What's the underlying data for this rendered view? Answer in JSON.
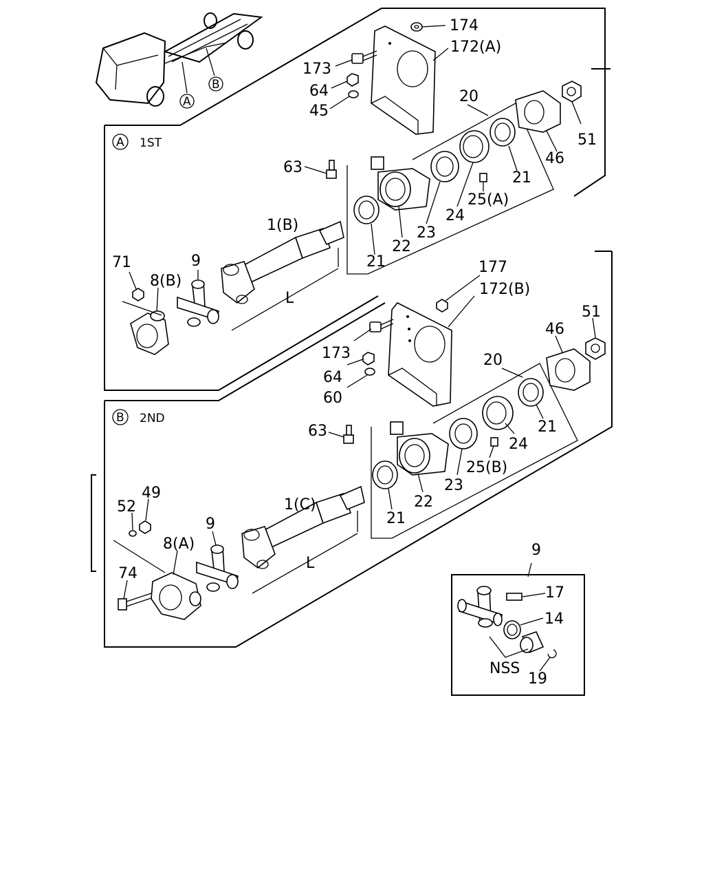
{
  "sections": {
    "first": {
      "marker": "A",
      "title": "1ST"
    },
    "second": {
      "marker": "B",
      "title": "2ND"
    }
  },
  "truck_markers": [
    "A",
    "B"
  ],
  "labels_first": {
    "p174": "174",
    "p172": "172(A)",
    "p173": "173",
    "p64": "64",
    "p45": "45",
    "p20": "20",
    "p51": "51",
    "p46": "46",
    "p21a": "21",
    "p63": "63",
    "p25": "25(A)",
    "p24": "24",
    "p23": "23",
    "p22": "22",
    "p21b": "21",
    "p1": "1(B)",
    "p71": "71",
    "p9": "9",
    "p8": "8(B)",
    "pL": "L"
  },
  "labels_second": {
    "p177": "177",
    "p172": "172(B)",
    "p173": "173",
    "p64": "64",
    "p60": "60",
    "p20": "20",
    "p51": "51",
    "p46": "46",
    "p21a": "21",
    "p63": "63",
    "p24": "24",
    "p25": "25(B)",
    "p23": "23",
    "p22": "22",
    "p21b": "21",
    "p1": "1(C)",
    "p49": "49",
    "p52": "52",
    "p9": "9",
    "p8": "8(A)",
    "p74": "74",
    "pL": "L"
  },
  "labels_kit": {
    "p9": "9",
    "p17": "17",
    "p14": "14",
    "nss": "NSS",
    "p19": "19"
  }
}
